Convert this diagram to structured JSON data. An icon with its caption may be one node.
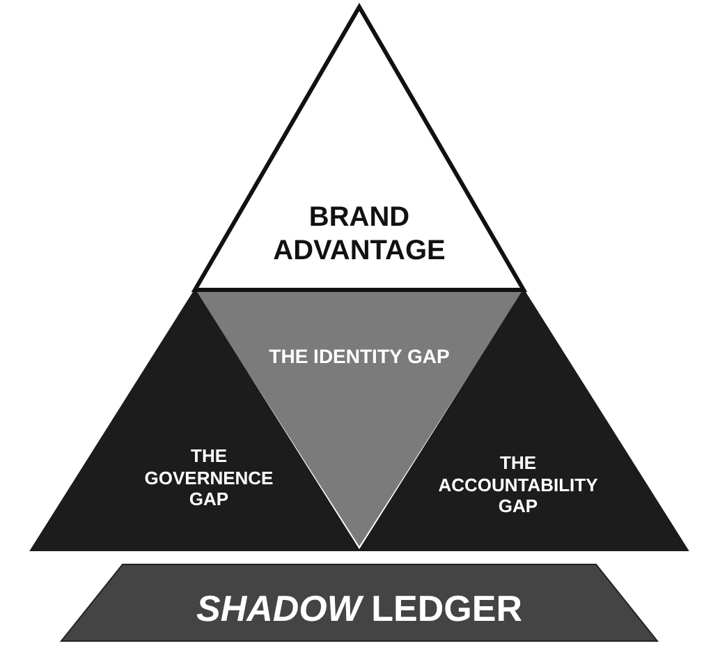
{
  "diagram": {
    "nodes": [
      {
        "text": [
          "BRAND ADVANTAGE"
        ]
      },
      {
        "text": [
          "THE IDENTITY GAP"
        ]
      },
      {
        "text": [
          "THE GOVERNENCE GAP"
        ]
      },
      {
        "text": [
          "THE ACCOUNTABILITY GAP"
        ]
      },
      {
        "text": [
          "*SHADOW* LEDGER"
        ]
      }
    ]
  }
}
